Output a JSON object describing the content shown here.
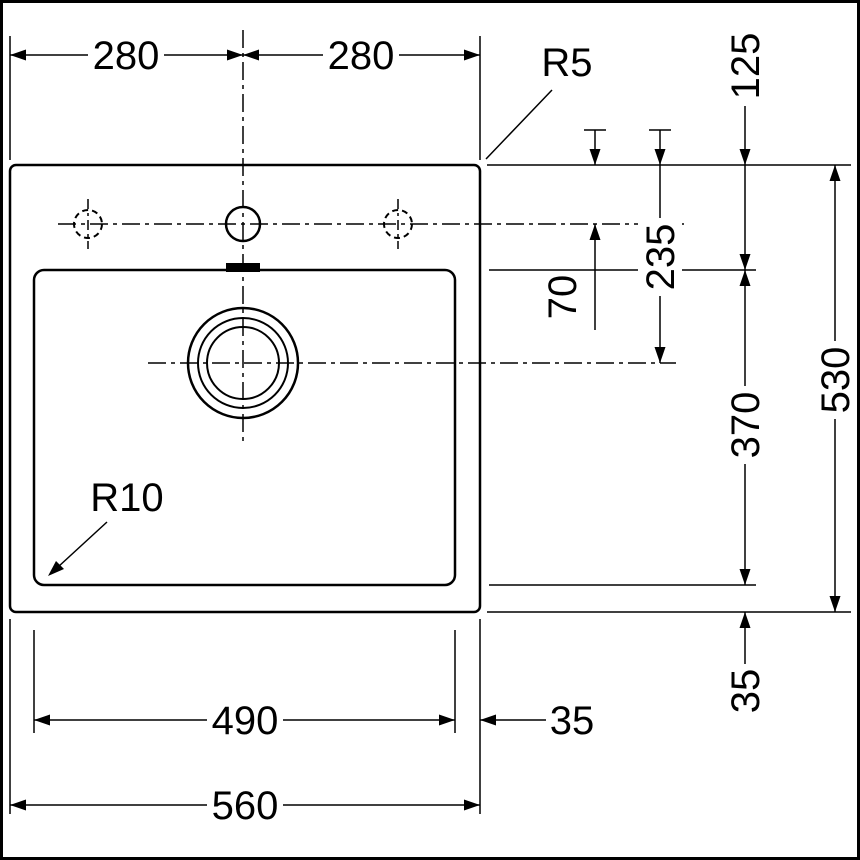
{
  "drawing": {
    "kind": "sink-top-view-technical-drawing",
    "colors": {
      "line": "#000000",
      "background": "#ffffff"
    },
    "labels": {
      "top_width_left": "280",
      "top_width_right": "280",
      "outer_corner_radius": "R5",
      "bowl_corner_radius": "R10",
      "tap_axis_offset": "70",
      "rim_to_bowl": "125",
      "rim_to_drain_axis": "235",
      "bowl_depth": "370",
      "overall_depth": "530",
      "bowl_bottom_margin": "35",
      "bowl_side_margin": "35",
      "bowl_width": "490",
      "overall_width": "560"
    }
  }
}
